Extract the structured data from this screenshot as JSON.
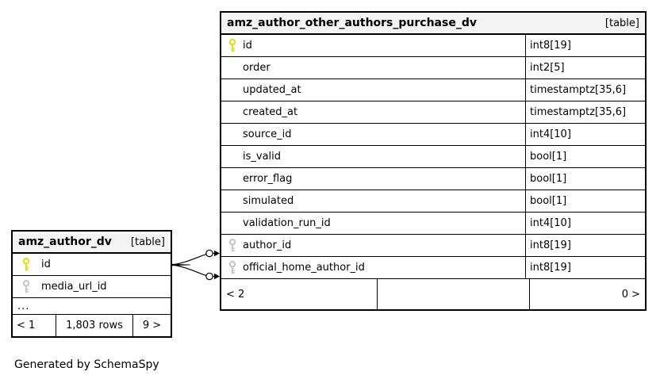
{
  "caption": "Generated by SchemaSpy",
  "colors": {
    "primary_key": "#e3df1f",
    "foreign_key": "#c9c9c9",
    "header_bg": "#f4f4f4",
    "border": "#000000"
  },
  "icons": {
    "primary_key": "primary-key-icon",
    "foreign_key": "foreign-key-icon",
    "fk_endpoint": "circle-arrow-connector"
  },
  "left_table": {
    "title": "amz_author_dv",
    "badge": "[table]",
    "rows": [
      {
        "name": "id",
        "key": "primary"
      },
      {
        "name": "media_url_id",
        "key": "foreign"
      },
      {
        "name": "...",
        "key": "none"
      }
    ],
    "footer": {
      "left": "< 1",
      "center": "1,803 rows",
      "right": "9 >"
    }
  },
  "right_table": {
    "title": "amz_author_other_authors_purchase_dv",
    "badge": "[table]",
    "rows": [
      {
        "name": "id",
        "type": "int8[19]",
        "key": "primary"
      },
      {
        "name": "order",
        "type": "int2[5]",
        "key": "none"
      },
      {
        "name": "updated_at",
        "type": "timestamptz[35,6]",
        "key": "none"
      },
      {
        "name": "created_at",
        "type": "timestamptz[35,6]",
        "key": "none"
      },
      {
        "name": "source_id",
        "type": "int4[10]",
        "key": "none"
      },
      {
        "name": "is_valid",
        "type": "bool[1]",
        "key": "none"
      },
      {
        "name": "error_flag",
        "type": "bool[1]",
        "key": "none"
      },
      {
        "name": "simulated",
        "type": "bool[1]",
        "key": "none"
      },
      {
        "name": "validation_run_id",
        "type": "int4[10]",
        "key": "none"
      },
      {
        "name": "author_id",
        "type": "int8[19]",
        "key": "foreign"
      },
      {
        "name": "official_home_author_id",
        "type": "int8[19]",
        "key": "foreign"
      }
    ],
    "footer": {
      "left": "< 2",
      "center": "",
      "right": "0 >"
    }
  }
}
